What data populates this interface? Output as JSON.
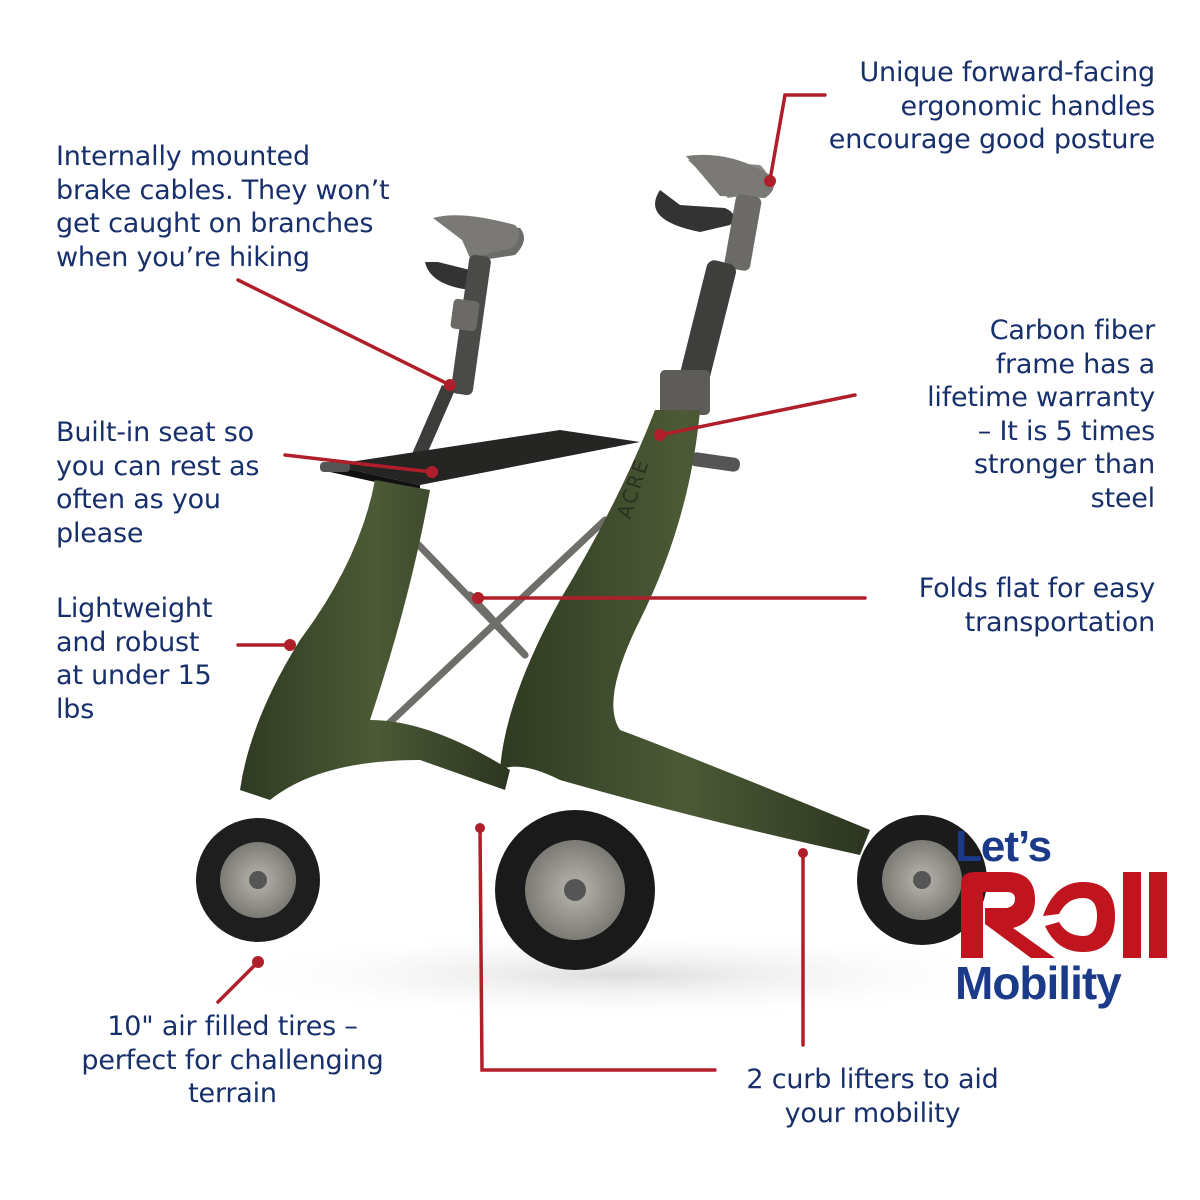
{
  "annotations": [
    {
      "id": "handles",
      "lines": [
        "Unique forward-facing",
        "ergonomic handles",
        "encourage good posture"
      ]
    },
    {
      "id": "brake-cables",
      "lines": [
        "Internally mounted",
        "brake cables. They won’t",
        "get caught on branches",
        "when you’re hiking"
      ]
    },
    {
      "id": "carbon-frame",
      "lines": [
        "Carbon fiber",
        "frame has a",
        "lifetime warranty",
        "– It is 5 times",
        "stronger than",
        "steel"
      ]
    },
    {
      "id": "seat",
      "lines": [
        "Built-in seat so",
        "you can rest as",
        "often as you",
        "please"
      ]
    },
    {
      "id": "folds-flat",
      "lines": [
        "Folds flat for easy",
        "transportation"
      ]
    },
    {
      "id": "lightweight",
      "lines": [
        "Lightweight",
        "and robust",
        "at under 15",
        "lbs"
      ]
    },
    {
      "id": "tires",
      "lines": [
        "10\" air filled tires –",
        "perfect for challenging",
        "terrain"
      ]
    },
    {
      "id": "curb-lifters",
      "lines": [
        "2 curb lifters to aid",
        "your mobility"
      ]
    }
  ],
  "product": {
    "brand_mark": "ACRE"
  },
  "logo": {
    "line1": "Let’s",
    "line2": "Roll",
    "line3": "Mobility"
  },
  "colors": {
    "text": "#17306b",
    "leader": "#b01e2a",
    "frame": "#3e4a2c",
    "logo_blue": "#1b3a8a",
    "logo_red": "#c0141f"
  }
}
